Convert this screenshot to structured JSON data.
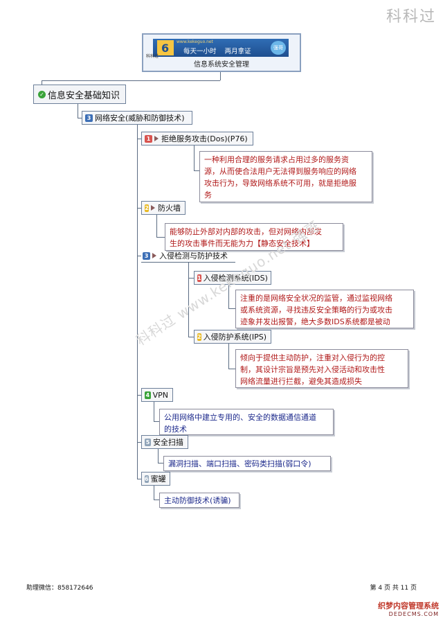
{
  "watermark_top": "科科过",
  "header": {
    "url": "www.kekeguo.net",
    "slogan": "每天一小时    两月拿证",
    "brand": "科科过",
    "cert": "强哥",
    "subtitle": "信息系统安全管理"
  },
  "root": {
    "label": "信息安全基础知识"
  },
  "section": {
    "badge": "3",
    "label": "网络安全(威胁和防御技术)"
  },
  "items": {
    "dos": {
      "badge": "1",
      "label": "拒绝服务攻击(Dos)(P76)",
      "note": [
        "一种利用合理的服务请求占用过多的服务资",
        "源，从而使合法用户无法得到服务响应的网络",
        "攻击行为，导致网络系统不可用，就是拒绝服",
        "务"
      ]
    },
    "firewall": {
      "badge": "2",
      "label": "防火墙",
      "note": [
        "能够防止外部对内部的攻击，但对网络内部发",
        "生的攻击事件而无能为力【静态安全技术】"
      ]
    },
    "ids_ips": {
      "badge": "3",
      "label": "入侵检测与防护技术"
    },
    "ids": {
      "badge": "1",
      "label": "入侵检测系统(IDS)",
      "note": [
        "注重的是网络安全状况的监管，通过监视网络",
        "或系统资源，寻找违反安全策略的行为或攻击",
        "迹象并发出报警，绝大多数IDS系统都是被动"
      ]
    },
    "ips": {
      "badge": "2",
      "label": "入侵防护系统(IPS)",
      "note": [
        "倾向于提供主动防护，注重对入侵行为的控",
        "制，其设计宗旨是预先对入侵活动和攻击性",
        "网络流量进行拦截，避免其造成损失"
      ]
    },
    "vpn": {
      "badge": "4",
      "label": "VPN",
      "note": [
        "公用网络中建立专用的、安全的数据通信通道",
        "的技术"
      ]
    },
    "scan": {
      "badge": "5",
      "label": "安全扫描",
      "note": [
        "漏洞扫描、端口扫描、密码类扫描(弱口令)"
      ]
    },
    "honeypot": {
      "badge": "6",
      "label": "蜜罐",
      "note": [
        "主动防御技术(诱骗)"
      ]
    }
  },
  "watermark_diag": "科科过 www.kekeguo.net 强哥",
  "footer": {
    "left": "助理微信：858172646",
    "right": "第 4 页 共 11 页"
  },
  "corner": {
    "line1": "织梦内容管理系统",
    "line2": "DEDECMS.COM"
  },
  "colors": {
    "badge_red": "#d9534f",
    "badge_yellow": "#e8b923",
    "badge_blue": "#3d6fb6",
    "badge_green": "#3aa33a",
    "badge_gray": "#8fa3b8"
  }
}
